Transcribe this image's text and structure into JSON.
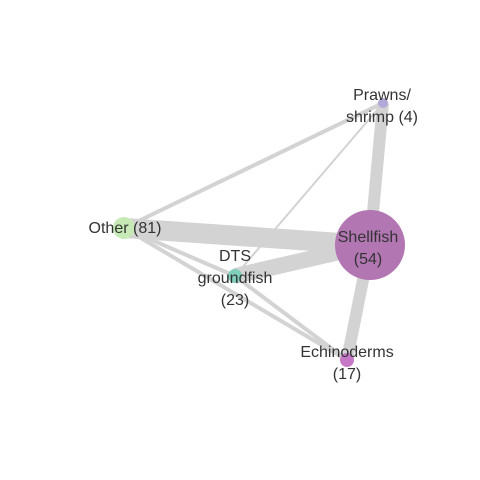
{
  "network": {
    "nodes": [
      {
        "id": "shellfish",
        "label_lines": [
          "Shellfish",
          "(54)"
        ],
        "count": 54,
        "color": "#b276b2"
      },
      {
        "id": "prawns",
        "label_lines": [
          "Prawns/",
          "shrimp (4)"
        ],
        "count": 4,
        "color": "#b3a9d9"
      },
      {
        "id": "other",
        "label_lines": [
          "Other (81)"
        ],
        "count": 81,
        "color": "#c6e9b5"
      },
      {
        "id": "dts",
        "label_lines": [
          "DTS",
          "groundfish",
          "(23)"
        ],
        "count": 23,
        "color": "#7fcdbb"
      },
      {
        "id": "echinoderms",
        "label_lines": [
          "Echinoderms",
          "(17)"
        ],
        "count": 17,
        "color": "#c678c6"
      }
    ],
    "edges": [
      {
        "source": "other",
        "target": "shellfish",
        "weight": 10
      },
      {
        "source": "dts",
        "target": "shellfish",
        "weight": 8
      },
      {
        "source": "shellfish",
        "target": "prawns",
        "weight": 6
      },
      {
        "source": "shellfish",
        "target": "echinoderms",
        "weight": 6
      },
      {
        "source": "other",
        "target": "prawns",
        "weight": 2
      },
      {
        "source": "other",
        "target": "dts",
        "weight": 2
      },
      {
        "source": "other",
        "target": "echinoderms",
        "weight": 2
      },
      {
        "source": "dts",
        "target": "echinoderms",
        "weight": 2
      },
      {
        "source": "dts",
        "target": "prawns",
        "weight": 1
      }
    ],
    "edge_color": "#d3d3d3",
    "label_color": "#333333"
  }
}
